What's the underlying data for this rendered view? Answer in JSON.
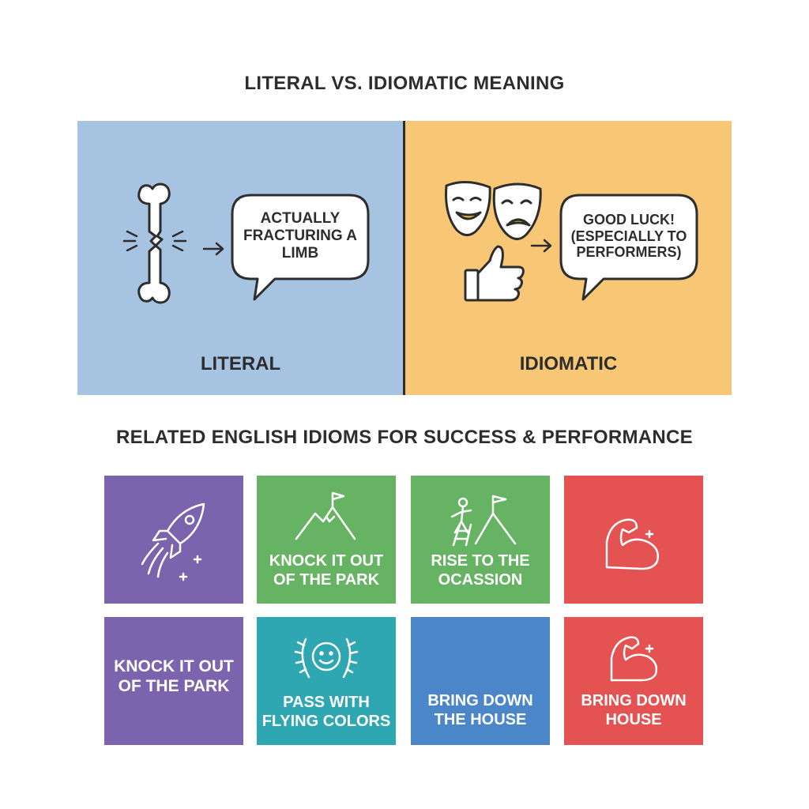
{
  "main_title": "LITERAL VS. IDIOMATIC MEANING",
  "literal": {
    "label": "LITERAL",
    "bubble": "ACTUALLY FRACTURING A LIMB",
    "icon": "broken-bone-icon",
    "color": "#a6c4e2"
  },
  "idiomatic": {
    "label": "IDIOMATIC",
    "bubble": "GOOD LUCK! (ESPECIALLY TO PERFORMERS)",
    "icons": [
      "theater-masks-icon",
      "thumbs-up-icon"
    ],
    "color": "#f7c775"
  },
  "sub_title": "RELATED ENGLISH IDIOMS FOR SUCCESS & PERFORMANCE",
  "tiles": [
    {
      "label": "",
      "icon": "rocket-icon",
      "color": "#7b63ad"
    },
    {
      "label": "KNOCK IT OUT OF THE PARK",
      "icon": "mountain-flag-icon",
      "color": "#66b463"
    },
    {
      "label": "RISE TO THE OCASSION",
      "icon": "climber-mountain-icon",
      "color": "#66b463"
    },
    {
      "label": "",
      "icon": "flexed-arm-icon",
      "color": "#e55252"
    },
    {
      "label": "KNOCK IT OUT OF THE PARK",
      "icon": "",
      "color": "#7b63ad"
    },
    {
      "label": "PASS WITH FLYING COLORS",
      "icon": "laurel-smiley-icon",
      "color": "#2ea7b3"
    },
    {
      "label": "BRING DOWN THE HOUSE",
      "icon": "",
      "color": "#4a86c8"
    },
    {
      "label": "BRING DOWN HOUSE",
      "icon": "flexed-arm-icon",
      "color": "#e55252"
    }
  ]
}
